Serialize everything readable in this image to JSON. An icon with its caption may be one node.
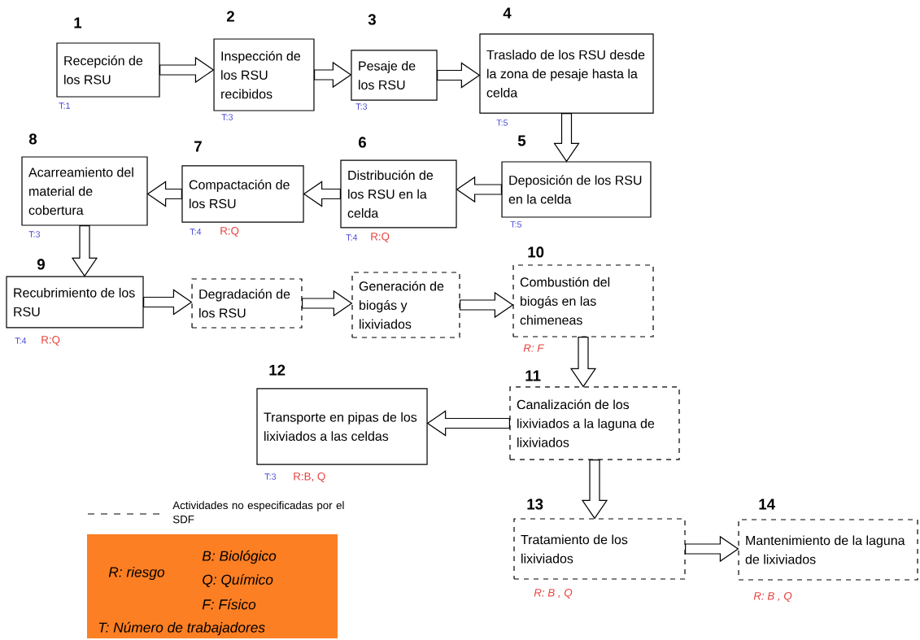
{
  "diagram": {
    "nodes": [
      {
        "text": [
          "1",
          "Recepción de los RSU"
        ],
        "beside": [
          "T:1"
        ]
      },
      {
        "text": [
          "2",
          "Inspección de los RSU recibidos"
        ],
        "beside": [
          "T:3"
        ]
      },
      {
        "text": [
          "3",
          "Pesaje de los RSU"
        ],
        "beside": [
          "T:3"
        ]
      },
      {
        "text": [
          "4",
          "Traslado de los RSU desde la zona de pesaje hasta la celda"
        ],
        "beside": [
          "T:5"
        ]
      },
      {
        "text": [
          "5",
          "Deposición de los RSU en la celda"
        ],
        "beside": [
          "T:5"
        ]
      },
      {
        "text": [
          "6",
          "Distribución de los RSU en la celda"
        ],
        "beside": [
          "T:4",
          "R:Q"
        ]
      },
      {
        "text": [
          "7",
          "Compactación de los RSU"
        ],
        "beside": [
          "T:4",
          "R:Q"
        ]
      },
      {
        "text": [
          "8",
          "Acarreamiento del material de cobertura"
        ],
        "beside": [
          "T:3"
        ]
      },
      {
        "text": [
          "9",
          "Recubrimiento de los RSU"
        ],
        "beside": [
          "T:4",
          "R:Q"
        ]
      },
      {
        "text": [
          "Degradación de los RSU"
        ]
      },
      {
        "text": [
          "Generación de biogás y lixiviados"
        ]
      },
      {
        "text": [
          "10",
          "Combustión del biogás en las chimeneas"
        ],
        "beside": [
          "R: F"
        ]
      },
      {
        "text": [
          "11",
          "Canalización de los lixiviados a la laguna de lixiviados"
        ]
      },
      {
        "text": [
          "12",
          "Transporte en pipas de los lixiviados a las celdas"
        ],
        "beside": [
          "T:3",
          "R:B, Q"
        ]
      },
      {
        "text": [
          "13",
          "Tratamiento de los lixiviados"
        ],
        "beside": [
          "R: B , Q"
        ]
      },
      {
        "text": [
          "14",
          "Mantenimiento de la laguna de lixiviados"
        ],
        "beside": [
          "R: B , Q"
        ]
      },
      {
        "text": [
          "R: riesgo",
          "B: Biológico",
          "Q: Químico",
          "F: Físico",
          "T: Número de trabajadores"
        ]
      }
    ],
    "edges": [
      {
        "from": 0,
        "to": 1,
        "arrow": "to"
      },
      {
        "from": 1,
        "to": 2,
        "arrow": "to"
      },
      {
        "from": 2,
        "to": 3,
        "arrow": "to"
      },
      {
        "from": 3,
        "to": 4,
        "arrow": "to"
      },
      {
        "from": 4,
        "to": 5,
        "arrow": "to"
      },
      {
        "from": 5,
        "to": 6,
        "arrow": "to"
      },
      {
        "from": 6,
        "to": 7,
        "arrow": "to"
      },
      {
        "from": 7,
        "to": 8,
        "arrow": "to"
      },
      {
        "from": 8,
        "to": 9,
        "arrow": "to"
      },
      {
        "from": 9,
        "to": 10,
        "arrow": "to"
      },
      {
        "from": 10,
        "to": 11,
        "arrow": "to"
      },
      {
        "from": 11,
        "to": 12,
        "arrow": "to"
      },
      {
        "from": 12,
        "to": 13,
        "arrow": "to"
      },
      {
        "from": 12,
        "to": 14,
        "arrow": "to"
      },
      {
        "from": 14,
        "to": 15,
        "arrow": "to"
      }
    ],
    "legend": [
      {
        "text": "Actividades no especificadas por el SDF"
      }
    ]
  }
}
